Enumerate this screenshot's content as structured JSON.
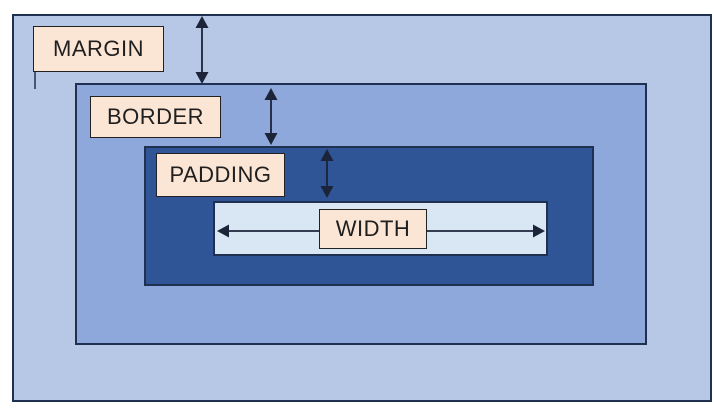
{
  "diagram": {
    "type": "css-box-model",
    "areas": [
      {
        "id": "margin",
        "label": "MARGIN"
      },
      {
        "id": "border",
        "label": "BORDER"
      },
      {
        "id": "padding",
        "label": "PADDING"
      },
      {
        "id": "width",
        "label": "WIDTH"
      }
    ],
    "colors": {
      "canvas_bg": "#ffffff",
      "margin_area": "#b7c7e6",
      "border_area": "#8fa8db",
      "padding_area": "#2f5597",
      "content_area": "#d9e6f3",
      "label_fill": "#fbe5d5",
      "label_border": "#222222",
      "outline": "#1f3050",
      "arrow": "#1b2438",
      "text": "#1f1f1f"
    }
  }
}
